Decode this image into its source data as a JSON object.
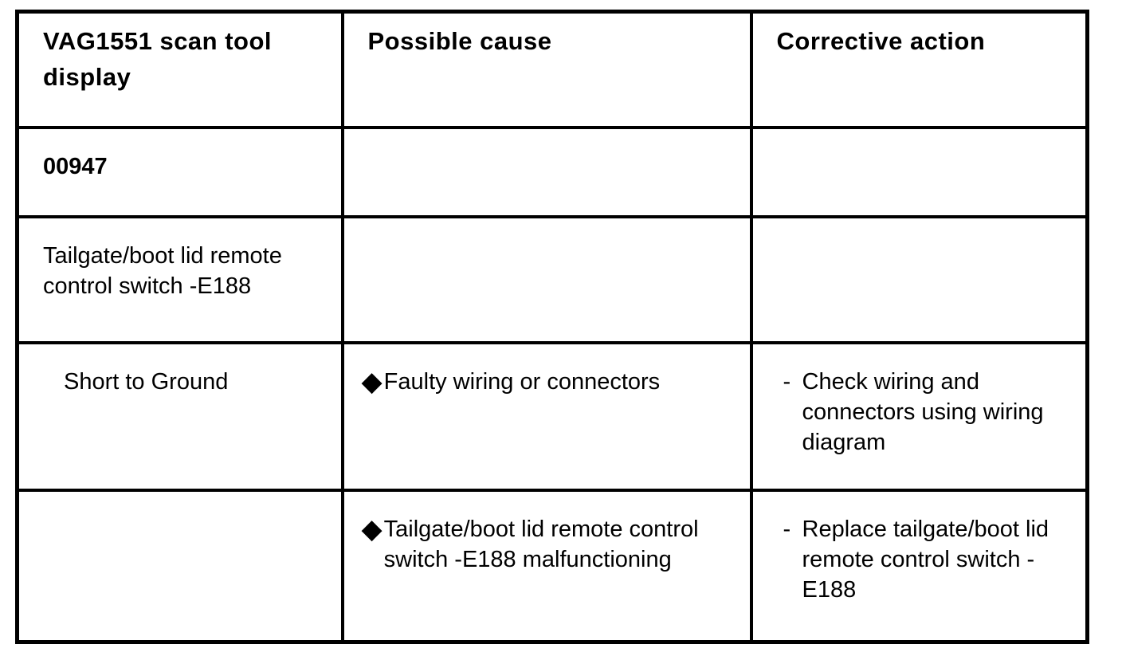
{
  "page": {
    "background": "#ffffff",
    "border_color": "#000000",
    "text_color": "#000000"
  },
  "table": {
    "columns": [
      "VAG1551 scan tool display",
      "Possible cause",
      "Corrective action"
    ],
    "bullet_glyph": "◆",
    "dash_glyph": "-",
    "rows": [
      {
        "scan_display": "00947",
        "cause": "",
        "action": ""
      },
      {
        "scan_display": "Tailgate/boot lid remote control switch -E188",
        "cause": "",
        "action": ""
      },
      {
        "scan_display": "Short to Ground",
        "cause": "Faulty wiring or connectors",
        "action": "Check wiring and connectors using wiring diagram"
      },
      {
        "scan_display": "",
        "cause": "Tailgate/boot lid remote control switch -E188 malfunctioning",
        "action": "Replace tailgate/boot lid remote control switch - E188"
      }
    ]
  }
}
